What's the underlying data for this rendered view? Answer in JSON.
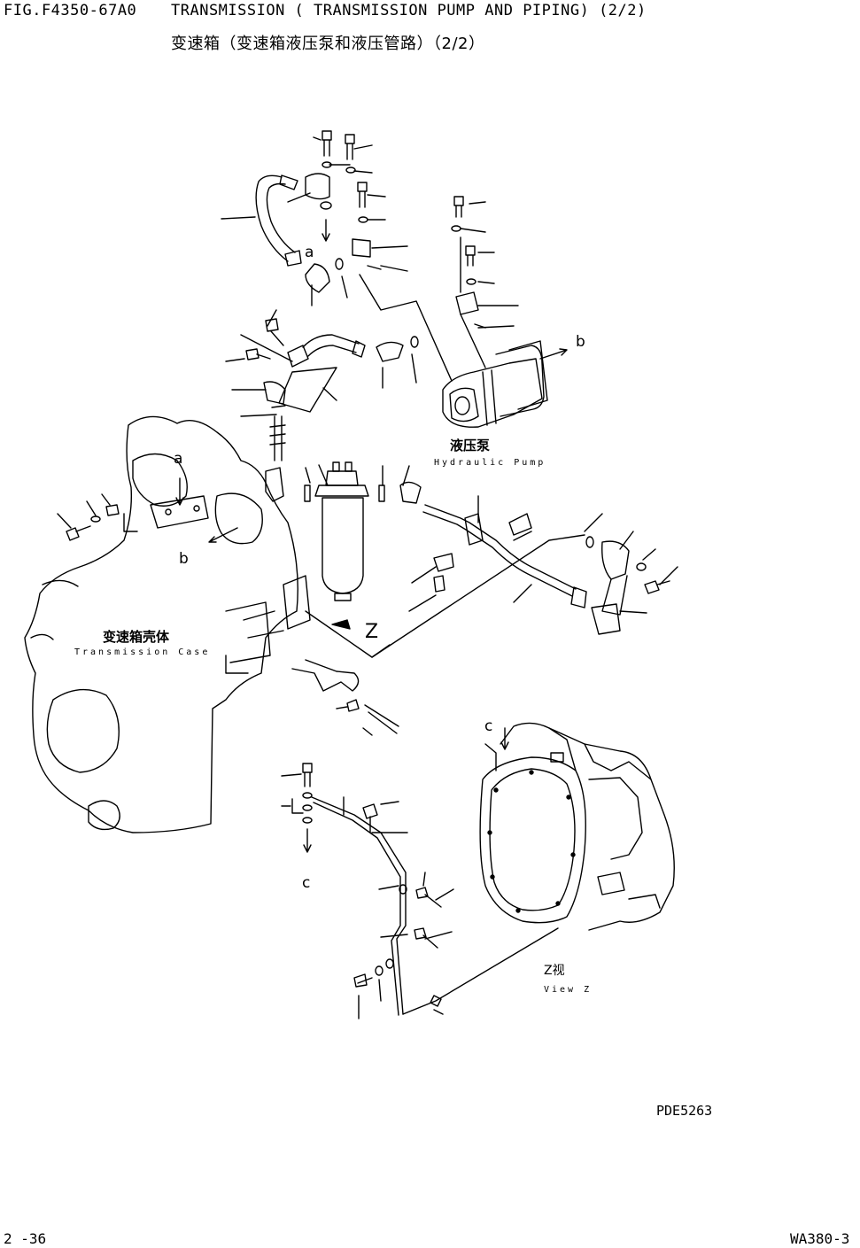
{
  "header": {
    "fig_id": "FIG.F4350-67A0",
    "title_en": "TRANSMISSION ( TRANSMISSION PUMP AND PIPING) (2/2)",
    "title_cn": "变速箱（变速箱液压泵和液压管路）（2/2）"
  },
  "labels": {
    "pump_cn": "液压泵",
    "pump_en": "Hydraulic Pump",
    "case_cn": "变速箱壳体",
    "case_en": "Transmission Case",
    "view_cn": "Z视",
    "view_en": "View Z",
    "ref_a_top": "a",
    "ref_a_case": "a",
    "ref_b_pump": "b",
    "ref_b_case": "b",
    "ref_c_top": "c",
    "ref_c_bottom": "c",
    "ref_z": "Z"
  },
  "footer": {
    "drawing_code": "PDE5263",
    "page_number": "2 -36",
    "model": "WA380-3"
  }
}
